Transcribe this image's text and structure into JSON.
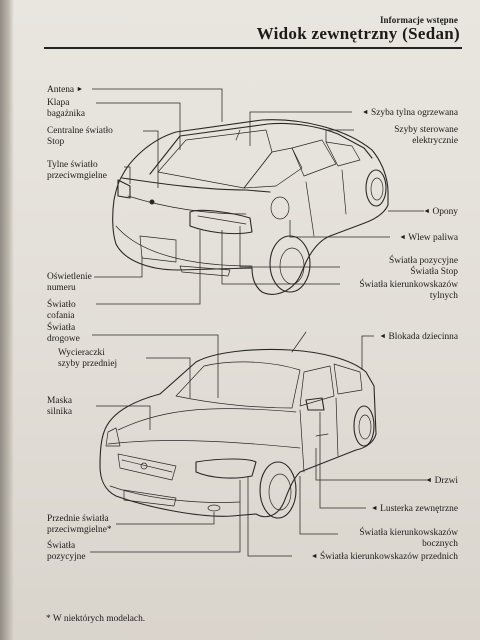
{
  "header": {
    "section": "Informacje wstępne",
    "title": "Widok zewnętrzny (Sedan)"
  },
  "rear_view": {
    "labels": {
      "antenna": "Antena",
      "trunk_lid": "Klapa\nbagażnika",
      "center_stop_light": "Centralne światło\nStop",
      "rear_fog_light": "Tylne światło\nprzeciwmgielne",
      "license_plate_light": "Oświetlenie\nnumeru",
      "reverse_light": "Światło\ncofania",
      "heated_rear_window": "Szyba tylna ogrzewana",
      "power_windows": "Szyby sterowane\nelektrycznie",
      "tires": "Opony",
      "fuel_filler": "Wlew paliwa",
      "position_stop_lights": "Światła pozycyjne\nŚwiatła Stop",
      "rear_turn_signals": "Światła kierunkowskazów\ntylnych"
    }
  },
  "front_view": {
    "labels": {
      "daytime_lights": "Światła\ndrogowe",
      "wipers": "Wycieraczki\nszyby przedniej",
      "hood": "Maska\nsilnika",
      "front_fog_lights": "Przednie światła\nprzeciwmgielne*",
      "position_lights": "Światła\npozycyjne",
      "child_lock": "Blokada dziecinna",
      "doors": "Drzwi",
      "mirrors": "Lusterka zewnętrzne",
      "side_turn_signals": "Światła kierunkowskazów\nbocznych",
      "front_turn_signals": "Światła kierunkowskazów przednich"
    }
  },
  "footnote": "* W niektórych modelach."
}
